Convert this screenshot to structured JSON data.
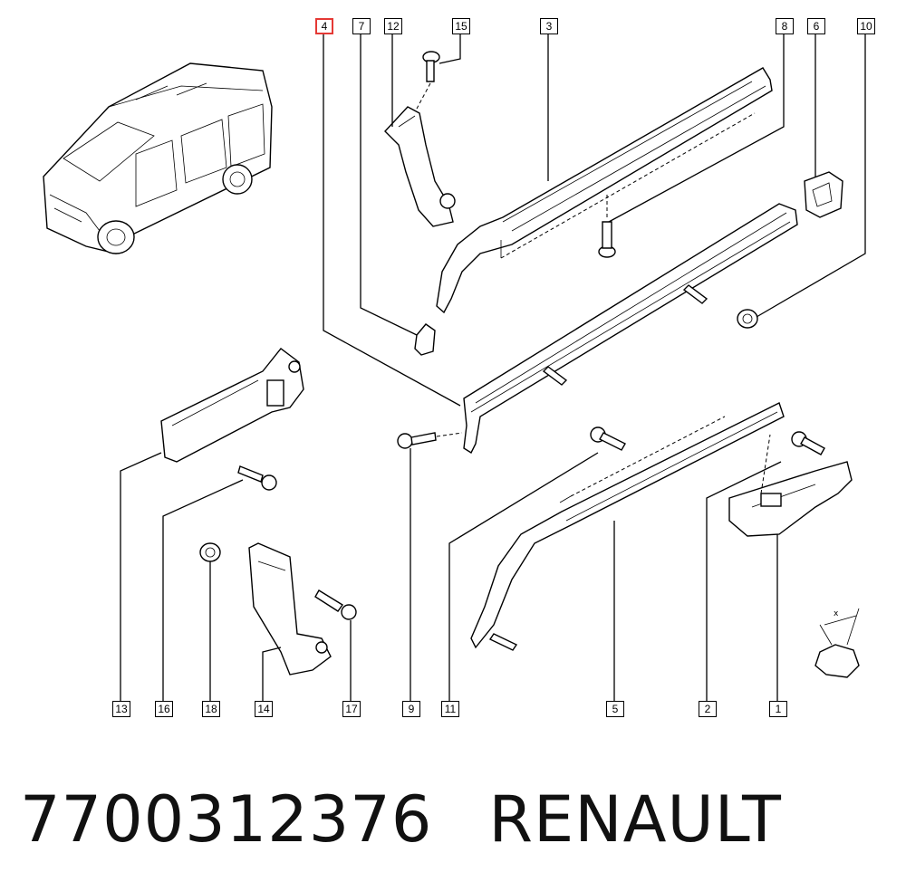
{
  "callouts": [
    "4",
    "7",
    "12",
    "15",
    "3",
    "8",
    "6",
    "10",
    "13",
    "16",
    "18",
    "14",
    "17",
    "9",
    "11",
    "5",
    "2",
    "1"
  ],
  "highlight_color": "#e53935",
  "footer": {
    "part_number": "7700312376",
    "brand": "RENAULT"
  },
  "icons": [
    "van-illustration",
    "rail-assembly",
    "hinge-assembly",
    "bolt",
    "nut",
    "axis-symbol"
  ]
}
